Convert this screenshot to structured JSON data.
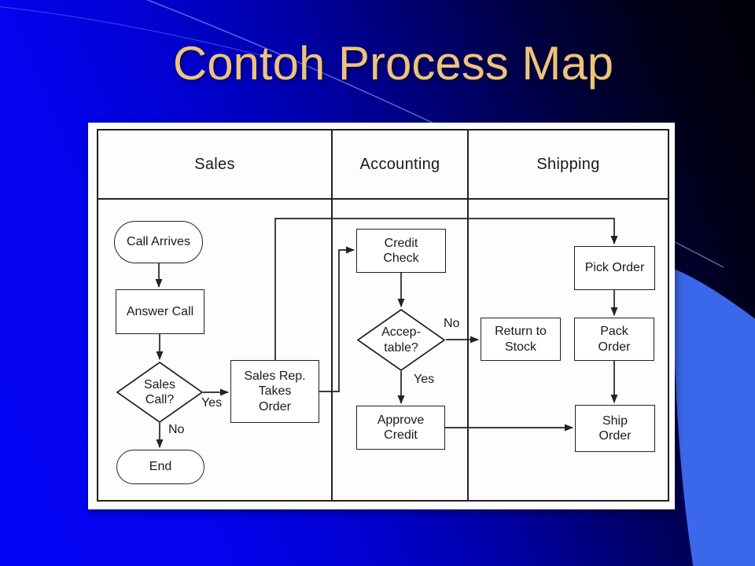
{
  "title": "Contoh Process Map",
  "colors": {
    "title_text": "#edc37e",
    "background_bright_blue": "#0505f6",
    "background_dark_navy": "#000008",
    "swoosh_blue": "#3b68ea",
    "diagram_line": "#222222",
    "panel_background": "#fdfdfd"
  },
  "lanes": [
    {
      "label": "Sales"
    },
    {
      "label": "Accounting"
    },
    {
      "label": "Shipping"
    }
  ],
  "nodes": {
    "call_arrives": {
      "type": "terminator",
      "lane": "Sales",
      "label": "Call Arrives"
    },
    "answer_call": {
      "type": "process",
      "lane": "Sales",
      "label": "Answer Call"
    },
    "sales_call": {
      "type": "decision",
      "lane": "Sales",
      "label": "Sales\nCall?"
    },
    "sales_rep": {
      "type": "process",
      "lane": "Sales",
      "label": "Sales Rep.\nTakes\nOrder"
    },
    "end": {
      "type": "terminator",
      "lane": "Sales",
      "label": "End"
    },
    "credit_check": {
      "type": "process",
      "lane": "Accounting",
      "label": "Credit\nCheck"
    },
    "acceptable": {
      "type": "decision",
      "lane": "Accounting",
      "label": "Accep-\ntable?"
    },
    "approve_credit": {
      "type": "process",
      "lane": "Accounting",
      "label": "Approve\nCredit"
    },
    "return_to_stock": {
      "type": "process",
      "lane": "Shipping",
      "label": "Return to\nStock"
    },
    "pick_order": {
      "type": "process",
      "lane": "Shipping",
      "label": "Pick Order"
    },
    "pack_order": {
      "type": "process",
      "lane": "Shipping",
      "label": "Pack\nOrder"
    },
    "ship_order": {
      "type": "process",
      "lane": "Shipping",
      "label": "Ship\nOrder"
    }
  },
  "edge_labels": {
    "sales_call_yes": "Yes",
    "sales_call_no": "No",
    "acceptable_no": "No",
    "acceptable_yes": "Yes"
  }
}
